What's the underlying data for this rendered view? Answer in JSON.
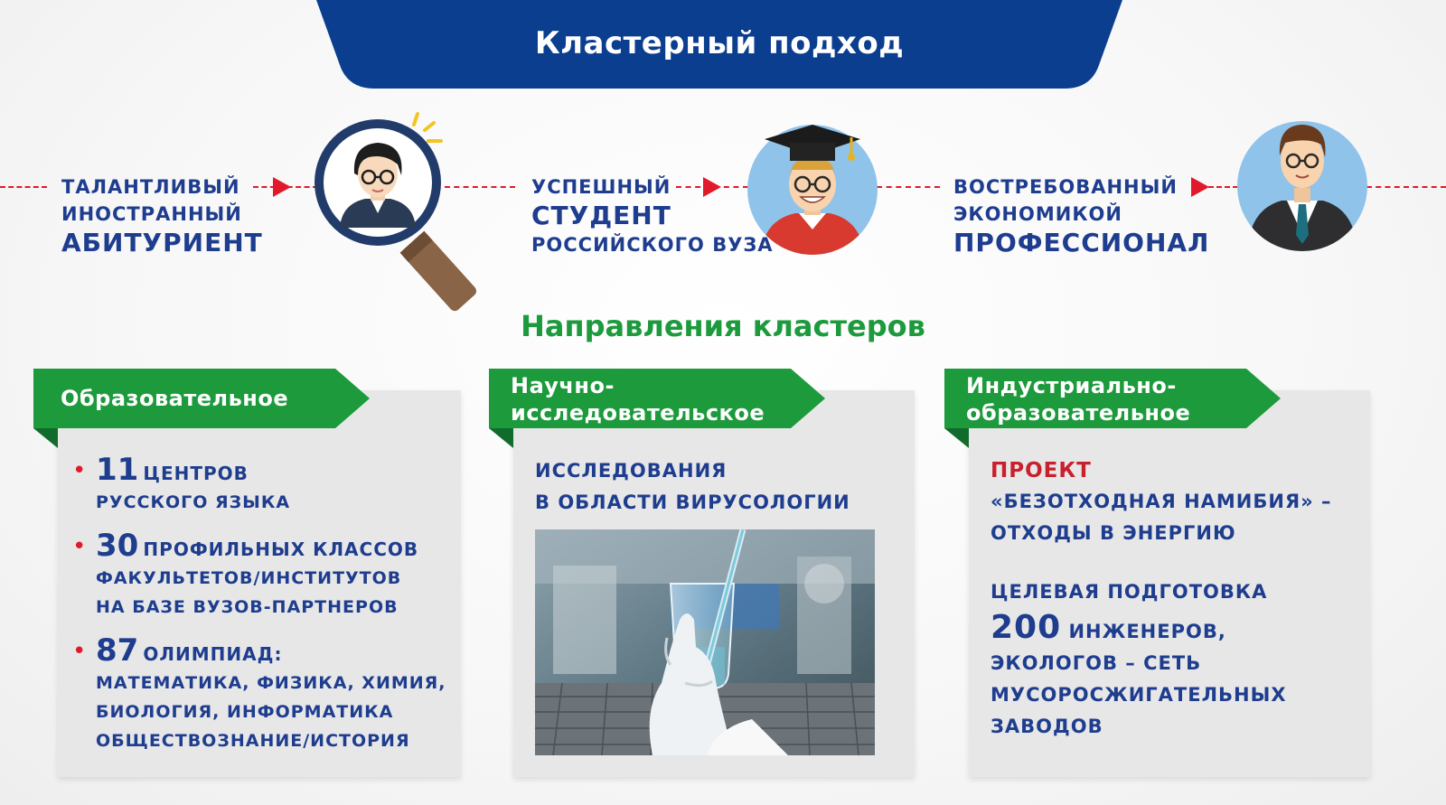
{
  "header": {
    "title": "Кластерный подход"
  },
  "stages": [
    {
      "lines_small": [
        "Талантливый",
        "иностранный"
      ],
      "line_large": "абитуриент"
    },
    {
      "line_small_top": "Успешный",
      "line_large": "студент",
      "line_small_bottom": "российского вуза"
    },
    {
      "lines_small": [
        "Востребованный",
        "экономикой"
      ],
      "line_large": "профессионал"
    }
  ],
  "section_heading": "Направления кластеров",
  "clusters": {
    "educational": {
      "tab_label": "Образовательное",
      "bullets": [
        {
          "number": "11",
          "first_line": "центров",
          "rest": [
            "русского языка"
          ]
        },
        {
          "number": "30",
          "first_line": "профильных классов",
          "rest": [
            "факультетов/институтов",
            "на базе вузов-партнеров"
          ]
        },
        {
          "number": "87",
          "first_line": "олимпиад:",
          "rest": [
            "математика, физика, химия,",
            "биология, информатика",
            "обществознание/история"
          ]
        }
      ]
    },
    "research": {
      "tab_line1": "Научно-",
      "tab_line2": "исследовательское",
      "text_line1": "Исследования",
      "text_line2": "в области вирусологии"
    },
    "industrial": {
      "tab_line1": "Индустриально-",
      "tab_line2": "образовательное",
      "project_title": "Проект",
      "project_line1": "«Безотходная Намибия» –",
      "project_line2": "отходы в энергию",
      "training_title": "Целевая подготовка",
      "training_number": "200",
      "training_line1": "инженеров,",
      "training_line2": "экологов – сеть",
      "training_line3": "мусоросжигательных",
      "training_line4": "заводов"
    }
  },
  "colors": {
    "brand_blue": "#0b3e8f",
    "accent_red": "#e01a2b",
    "green": "#1c9a3c",
    "card_gray": "#e7e7e7"
  }
}
